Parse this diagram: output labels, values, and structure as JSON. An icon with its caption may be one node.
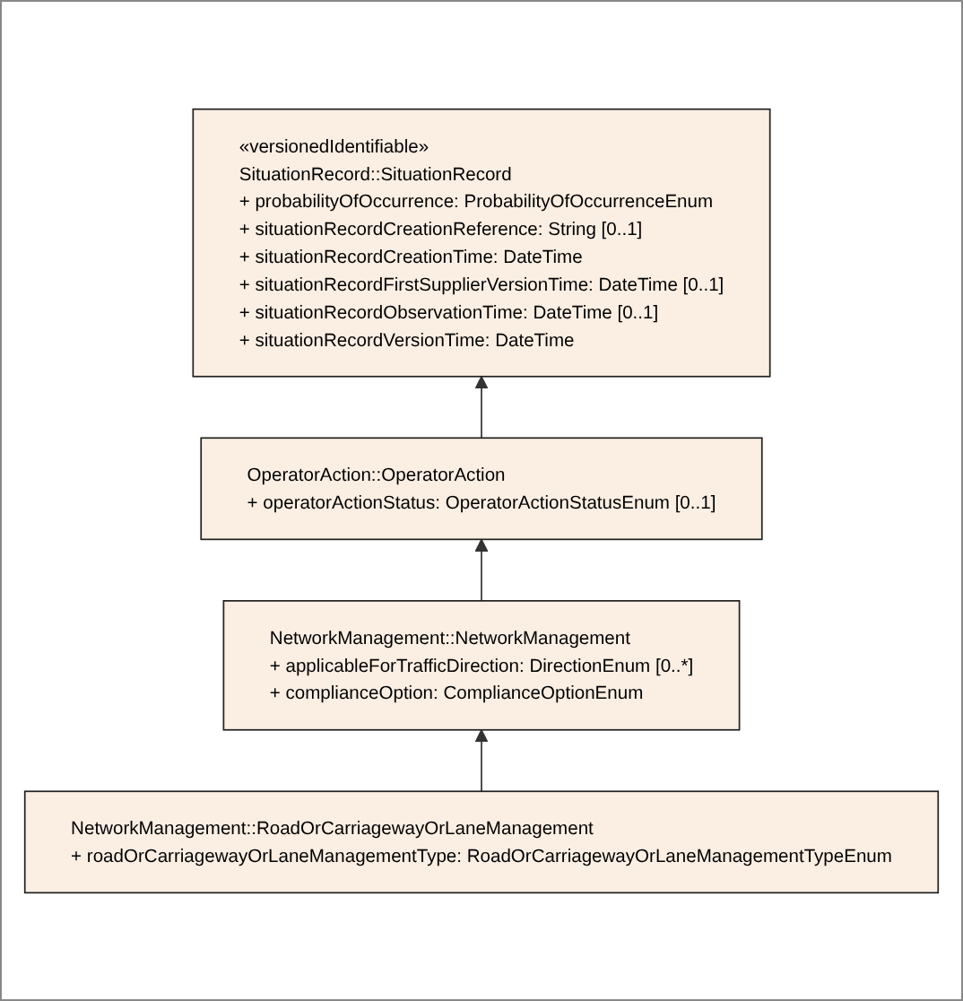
{
  "diagram": {
    "nodes": [
      {
        "text": [
          "«versionedIdentifiable»",
          "SituationRecord::SituationRecord",
          "+ probabilityOfOccurrence: ProbabilityOfOccurrenceEnum",
          "+ situationRecordCreationReference: String [0..1]",
          "+ situationRecordCreationTime: DateTime",
          "+ situationRecordFirstSupplierVersionTime: DateTime [0..1]",
          "+ situationRecordObservationTime: DateTime [0..1]",
          "+ situationRecordVersionTime: DateTime"
        ]
      },
      {
        "text": [
          "OperatorAction::OperatorAction",
          "+ operatorActionStatus: OperatorActionStatusEnum [0..1]"
        ]
      },
      {
        "text": [
          "NetworkManagement::NetworkManagement",
          "+ applicableForTrafficDirection: DirectionEnum [0..*]",
          "+ complianceOption: ComplianceOptionEnum"
        ]
      },
      {
        "text": [
          "NetworkManagement::RoadOrCarriagewayOrLaneManagement",
          "+ roadOrCarriagewayOrLaneManagementType: RoadOrCarriagewayOrLaneManagementTypeEnum"
        ]
      }
    ],
    "edges": [
      {
        "from": 1,
        "to": 0,
        "arrow": "to"
      },
      {
        "from": 2,
        "to": 1,
        "arrow": "to"
      },
      {
        "from": 3,
        "to": 2,
        "arrow": "to"
      }
    ]
  }
}
